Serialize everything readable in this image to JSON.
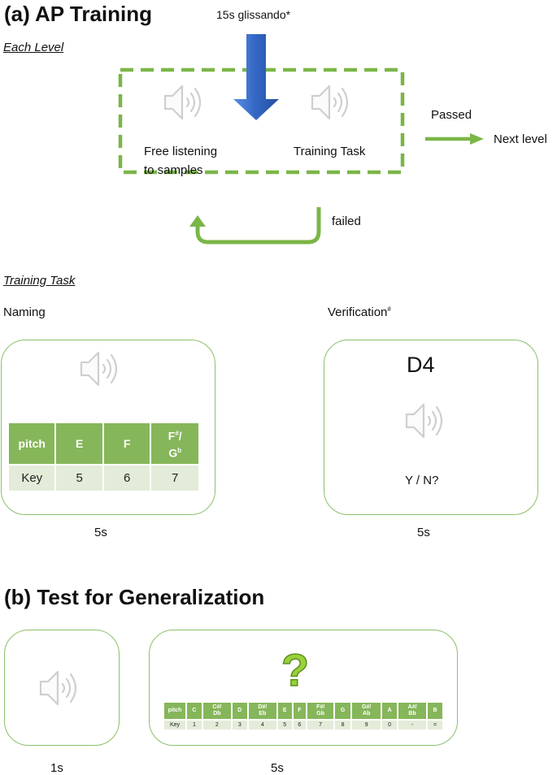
{
  "section_a": {
    "title": "(a) AP Training",
    "each_level_label": "Each Level",
    "glissando_label": "15s glissando*",
    "free_listening_line1": "Free listening",
    "free_listening_line2": "to samples",
    "training_task_box_label": "Training Task",
    "passed_label": "Passed",
    "next_level_label": "Next level",
    "failed_label": "failed",
    "training_task_title": "Training Task",
    "naming_label": "Naming",
    "verification_label": "Verification",
    "verification_mark": "#",
    "naming_table": {
      "header": [
        "pitch",
        "E",
        "F"
      ],
      "header_last": {
        "l1": "F",
        "s1": "#",
        "l2": "/",
        "l3": "G",
        "s2": "b"
      },
      "row": [
        "Key",
        "5",
        "6",
        "7"
      ]
    },
    "naming_time": "5s",
    "verification_note": "D4",
    "verification_prompt": "Y / N?",
    "verification_time": "5s"
  },
  "section_b": {
    "title": "(b) Test for Generalization",
    "question_mark": "?",
    "stimulus_time": "1s",
    "response_time": "5s",
    "table": {
      "pitch_label": "pitch",
      "key_label": "Key",
      "pitches": [
        {
          "a": "C",
          "b": ""
        },
        {
          "a": "C#/",
          "b": "Db"
        },
        {
          "a": "D",
          "b": ""
        },
        {
          "a": "D#/",
          "b": "Eb"
        },
        {
          "a": "E",
          "b": ""
        },
        {
          "a": "F",
          "b": ""
        },
        {
          "a": "F#/",
          "b": "Gb"
        },
        {
          "a": "G",
          "b": ""
        },
        {
          "a": "G#/",
          "b": "Ab"
        },
        {
          "a": "A",
          "b": ""
        },
        {
          "a": "A#/",
          "b": "Bb"
        },
        {
          "a": "B",
          "b": ""
        }
      ],
      "keys": [
        "1",
        "2",
        "3",
        "4",
        "5",
        "6",
        "7",
        "8",
        "9",
        "0",
        "-",
        "="
      ]
    }
  },
  "colors": {
    "green_dashed": "#7ab648",
    "green_box": "#8cc06a",
    "blue_arrow": "#3a6fc8",
    "table_header": "#86b65a",
    "table_row": "#e3ecd8",
    "question": "#9ad13b",
    "speaker": "#d4d4d4"
  },
  "icons": [
    "speaker-icon",
    "down-arrow-icon",
    "right-arrow-icon",
    "loop-arrow-icon",
    "question-icon"
  ]
}
